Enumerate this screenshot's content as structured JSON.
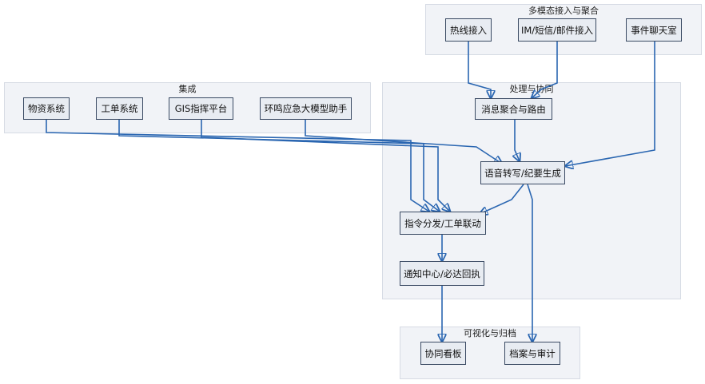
{
  "groups": {
    "access": "多模态接入与聚合",
    "integration": "集成",
    "processing": "处理与协同",
    "visualization": "可视化与归档"
  },
  "nodes": {
    "hotline": "热线接入",
    "im": "IM/短信/邮件接入",
    "chatroom": "事件聊天室",
    "supplies": "物资系统",
    "workorder": "工单系统",
    "gis": "GIS指挥平台",
    "assistant": "环鸣应急大模型助手",
    "router": "消息聚合与路由",
    "transcribe": "语音转写/纪要生成",
    "dispatch": "指令分发/工单联动",
    "notify": "通知中心/必达回执",
    "board": "协同看板",
    "archive": "档案与审计"
  },
  "colors": {
    "edge": "#2a66b1",
    "node_fill": "#e8ecf2",
    "node_border": "#3a4a63",
    "group_fill": "#f1f3f7"
  }
}
